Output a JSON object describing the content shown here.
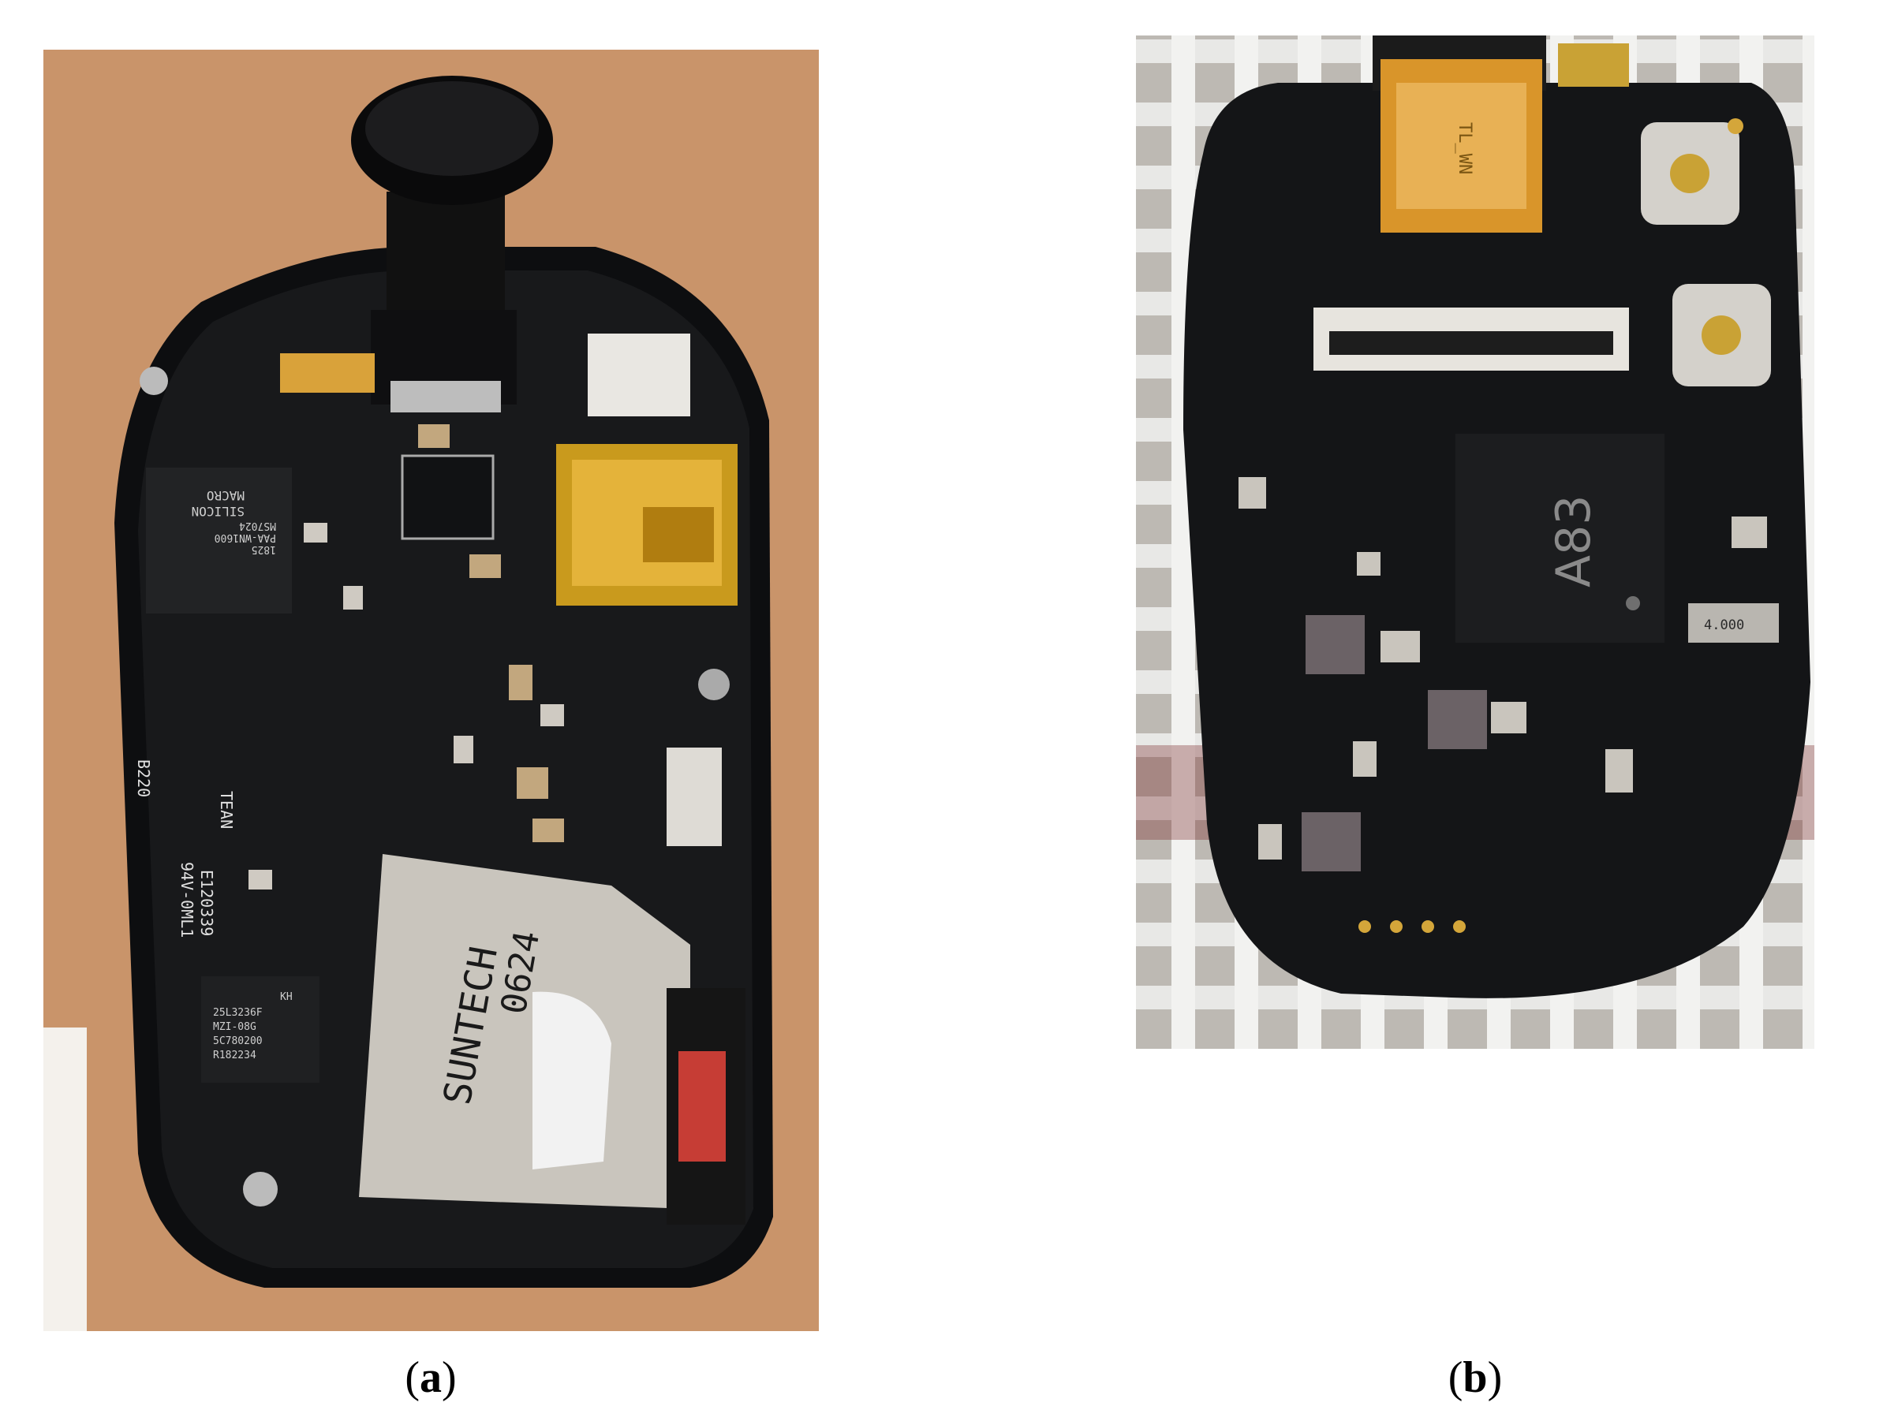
{
  "figure": {
    "panels": [
      {
        "caption_letter": "a",
        "markings": {
          "mcu": [
            "MACRO",
            "SILICON",
            "MS7024",
            "PAA-WN1600",
            "1825"
          ],
          "flash": [
            "KH",
            "25L3236F",
            "MZI-08G",
            "5C780200",
            "R182234"
          ],
          "card_slot": [
            "SUNTECH",
            "0624"
          ],
          "board_code": [
            "E120339",
            "TEAN",
            "94V-0ML1",
            "B220"
          ]
        }
      },
      {
        "caption_letter": "b",
        "markings": {
          "soc": "A83",
          "flex_cable": "TL_WN",
          "crystal": "4.000"
        }
      }
    ],
    "colors": {
      "background_a": "#c9946a",
      "pcb": "#151617",
      "gold": "#d9a23a",
      "metal": "#cfcac2",
      "mesh": "#e8e8e6"
    }
  }
}
